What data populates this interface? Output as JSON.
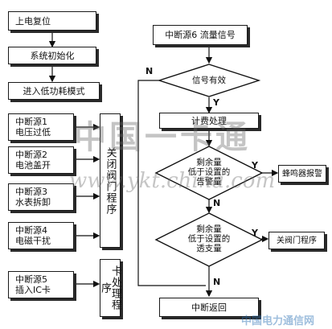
{
  "left_column": {
    "power_on_reset": "上电复位",
    "system_init": "系统初始化",
    "low_power": "进入低功耗模式",
    "interrupts": [
      {
        "line1": "中断源1",
        "line2": "电压过低"
      },
      {
        "line1": "中断源2",
        "line2": "电池盖开"
      },
      {
        "line1": "中断源3",
        "line2": "水表拆卸"
      },
      {
        "line1": "中断源4",
        "line2": "电磁干扰"
      },
      {
        "line1": "中断源5",
        "line2": "插入IC卡"
      }
    ],
    "close_valve_proc": "关闭阀门程序",
    "card_proc": "卡处理程序"
  },
  "right_column": {
    "int6": "中断源6 流量信号",
    "signal_valid": "信号有效",
    "metering": "计费处理",
    "d1": {
      "line1": "剩余量",
      "line2": "低于设置的",
      "line3": "告警量"
    },
    "buzzer": "蜂鸣器报警",
    "d2": {
      "line1": "剩余量",
      "line2": "低于设置的",
      "line3": "透支量"
    },
    "close_valve": "关阀门程序",
    "int_return": "中断返回"
  },
  "branch_labels": {
    "yes": "Y",
    "no": "N"
  },
  "watermarks": {
    "title": "中国一卡通",
    "url": "www.ykt.china.com",
    "site": "中国电力通信网"
  }
}
